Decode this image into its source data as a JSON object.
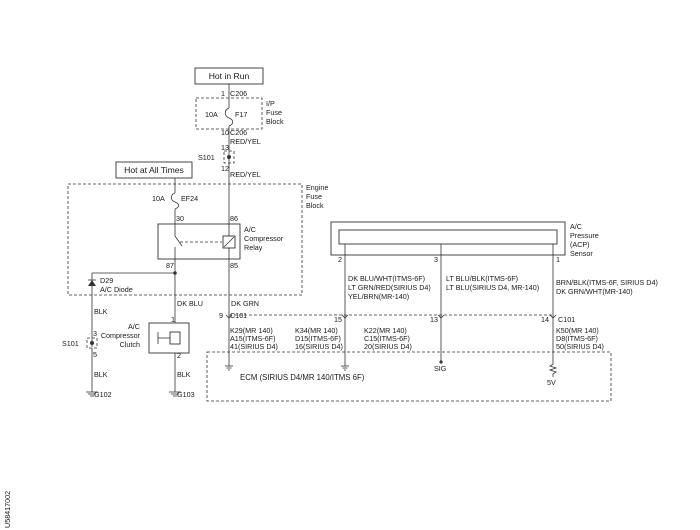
{
  "labels": {
    "hot_in_run": "Hot in Run",
    "hot_at_all_times": "Hot at All Times",
    "ip_fuse_block": [
      "I/P",
      "Fuse",
      "Block"
    ],
    "engine_fuse_block": [
      "Engine",
      "Fuse",
      "Block"
    ],
    "acp_sensor": [
      "A/C",
      "Pressure",
      "(ACP)",
      "Sensor"
    ],
    "compressor_relay": [
      "A/C",
      "Compressor",
      "Relay"
    ],
    "compressor_clutch": [
      "A/C",
      "Compressor",
      "Clutch"
    ],
    "diode": [
      "D29",
      "A/C Diode"
    ],
    "ecm": "ECM (SIRIUS D4/MR 140/ITMS 6F)",
    "side_code": "U58417002"
  },
  "fuses": {
    "f17_rating": "10A",
    "f17_name": "F17",
    "ef24_rating": "10A",
    "ef24_name": "EF24"
  },
  "connectors": {
    "c206_top_pin": "1",
    "c206_top": "C206",
    "c206_bot_pin": "10",
    "c206_bot": "C206",
    "s101_pin_top": "13",
    "s101": "S101",
    "s101_pin_bot": "12",
    "s101_left": "S101",
    "s101_left_pin3": "3",
    "s101_left_pin5": "5",
    "relay_pin30": "30",
    "relay_pin86": "86",
    "relay_pin87": "87",
    "relay_pin85": "85",
    "clutch_pin1": "1",
    "clutch_pin2": "2",
    "c101_pin9": "9",
    "c101_left": "C101",
    "c101_pin15": "15",
    "c101_pin13": "13",
    "c101_pin14": "14",
    "c101_right": "C101",
    "sensor_pin2": "2",
    "sensor_pin3": "3",
    "sensor_pin1": "1"
  },
  "wires": {
    "red_yel_1": "RED/YEL",
    "red_yel_2": "RED/YEL",
    "dk_blu": "DK BLU",
    "dk_grn": "DK GRN",
    "blk_1": "BLK",
    "blk_2": "BLK",
    "blk_3": "BLK",
    "pin2_wire": [
      "DK BLU/WHT(ITMS-6F)",
      "LT GRN/RED(SIRIUS D4)",
      "YEL/BRN(MR-140)"
    ],
    "pin3_wire": [
      "LT BLU/BLK(ITMS-6F)",
      "LT BLU(SIRIUS D4, MR-140)"
    ],
    "pin1_wire": [
      "BRN/BLK(ITMS-6F, SIRIUS D4)",
      "DK GRN/WHT(MR-140)"
    ]
  },
  "ecm_pins": {
    "k29": [
      "K29(MR 140)",
      "A15(ITMS-6F)",
      "41(SIRIUS D4)"
    ],
    "k34": [
      "K34(MR 140)",
      "D15(ITMS-6F)",
      "16(SIRIUS D4)"
    ],
    "k22": [
      "K22(MR 140)",
      "C15(ITMS-6F)",
      "20(SIRIUS D4)"
    ],
    "k50": [
      "K50(MR 140)",
      "D8(ITMS-6F)",
      "50(SIRIUS D4)"
    ],
    "sig": "SIG",
    "five_v": "5V"
  },
  "grounds": {
    "g102": "G102",
    "g103": "G103"
  }
}
